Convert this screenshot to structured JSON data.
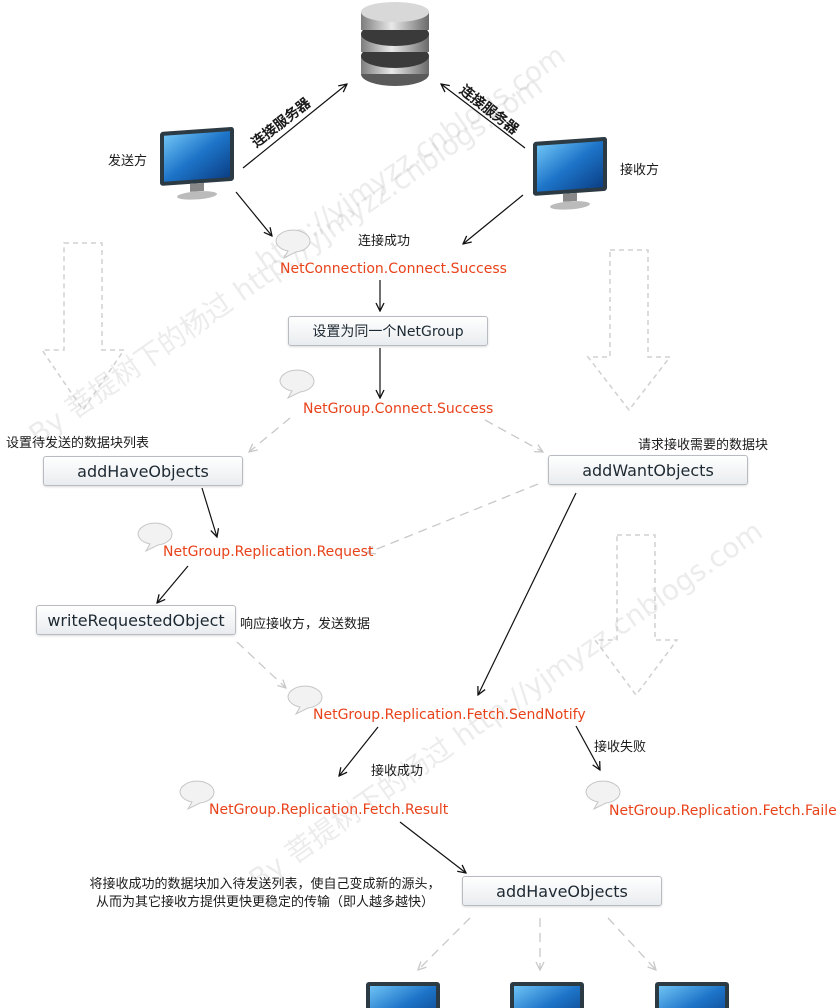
{
  "nodes": {
    "set_netgroup": "设置为同一个NetGroup",
    "add_have_1": "addHaveObjects",
    "add_want": "addWantObjects",
    "write_requested": "writeRequestedObject",
    "add_have_2": "addHaveObjects"
  },
  "events": {
    "connect_success": "NetConnection.Connect.Success",
    "group_connect_success": "NetGroup.Connect.Success",
    "replication_request": "NetGroup.Replication.Request",
    "fetch_send_notify": "NetGroup.Replication.Fetch.SendNotify",
    "fetch_result": "NetGroup.Replication.Fetch.Result",
    "fetch_failed": "NetGroup.Replication.Fetch.Failed"
  },
  "labels": {
    "sender": "发送方",
    "receiver": "接收方",
    "connect_server_left": "连接服务器",
    "connect_server_right": "连接服务器",
    "connect_ok": "连接成功",
    "set_pending_list": "设置待发送的数据块列表",
    "request_needed": "请求接收需要的数据块",
    "respond_send": "响应接收方，发送数据",
    "receive_ok": "接收成功",
    "receive_fail": "接收失败",
    "caption_line1": "将接收成功的数据块加入待发送列表，使自己变成新的源头，",
    "caption_line2": "从而为其它接收方提供更快更稳定的传输（即人越多越快）"
  },
  "watermark": {
    "text1": "http://yjmyzz.cnblogs.com",
    "text2": "By 菩提树下的杨过 http://yjmyzz.cnblogs.com",
    "text3": "By 菩提树下的杨过 http://yjmyzz.cnblogs.com"
  },
  "colors": {
    "event_text": "#e8421a",
    "arrow": "#111111",
    "dashed_arrow": "#c8c8c8",
    "monitor_screen": "#1d74c8"
  },
  "icons": [
    "database-icon",
    "monitor-icon",
    "speech-bubble-icon",
    "down-arrow-icon"
  ]
}
